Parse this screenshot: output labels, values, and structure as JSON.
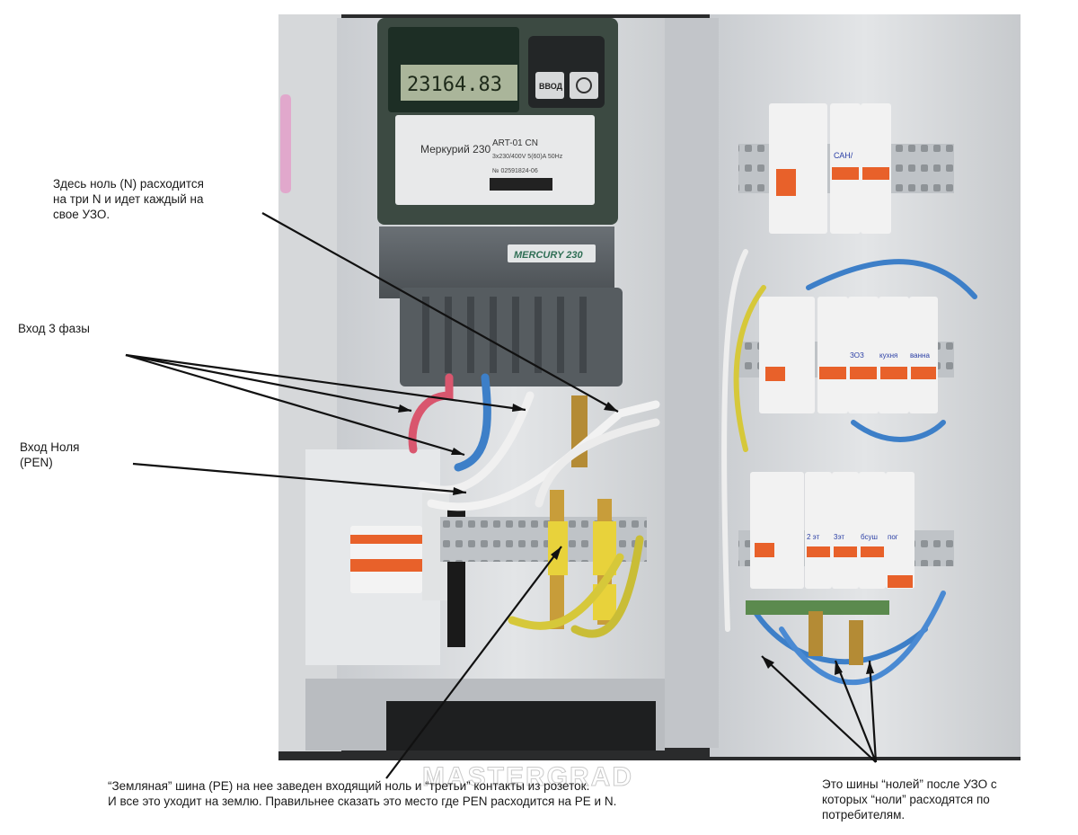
{
  "annotations": {
    "zero_split": "Здесь ноль (N) расходится\nна три N и идет каждый на\nсвое УЗО.",
    "phase_input": "Вход 3 фазы",
    "neutral_input": "Вход Ноля\n(PEN)",
    "ground_bus": "“Земляная” шина (PE) на нее заведен входящий ноль и “третьи” контакты из розеток.\nИ все это уходит на землю. Правильнее сказать это место где PEN расходится на PE и N.",
    "neutral_buses": "Это шины “нолей” после УЗО с\nкоторых “ноли” расходятся по\nпотребителям."
  },
  "meter": {
    "reading": "23164.83",
    "enter_button": "ВВОД",
    "brand_ru": "Меркурий 230",
    "model": "ART-01 CN",
    "specs": "3x230/400V  5(60)A  50Hz",
    "serial": "№ 02591824-06",
    "brand_plate": "MERCURY 230"
  },
  "breaker_labels": {
    "top_row": [
      "САН/"
    ],
    "middle_row": [
      "ЗОЗ",
      "кухня",
      "ванна"
    ],
    "bottom_row": [
      "2 эт",
      "3эт",
      "бсуш",
      "пог"
    ]
  },
  "watermark": "MASTERGRAD",
  "colors": {
    "cabinet": "#d9dcdf",
    "breaker_orange": "#e8612a",
    "meter_body": "#5c6266",
    "wire_blue": "#3d7fc8",
    "wire_red": "#d9566e",
    "wire_yellow_green": "#d6c83a",
    "arrow": "#111111"
  }
}
